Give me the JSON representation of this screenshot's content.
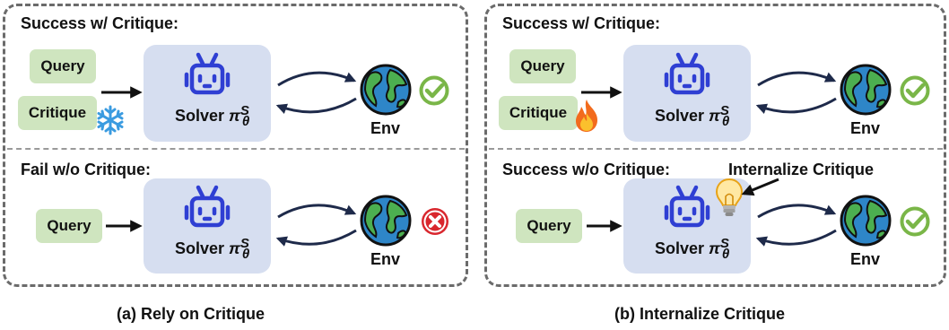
{
  "panels": {
    "a": {
      "caption": "(a) Rely on Critique",
      "top": {
        "title": "Success w/ Critique:",
        "query": "Query",
        "critique": "Critique",
        "solver": "Solver",
        "env": "Env"
      },
      "bottom": {
        "title": "Fail w/o Critique:",
        "query": "Query",
        "solver": "Solver",
        "env": "Env"
      }
    },
    "b": {
      "caption": "(b) Internalize Critique",
      "top": {
        "title": "Success w/ Critique:",
        "query": "Query",
        "critique": "Critique",
        "solver": "Solver",
        "env": "Env"
      },
      "bottom": {
        "title": "Success w/o Critique:",
        "annotation": "Internalize Critique",
        "query": "Query",
        "solver": "Solver",
        "env": "Env"
      }
    }
  },
  "policy_symbol": {
    "base": "π",
    "superscript": "S",
    "subscript": "θ"
  },
  "icons": {
    "robot": "robot-icon",
    "globe": "globe-icon",
    "success": "check-circle-icon",
    "fail": "x-circle-icon",
    "frozen": "snowflake-icon",
    "trainable": "fire-icon",
    "internalized": "lightbulb-icon"
  },
  "colors": {
    "chip": "#cfe5bf",
    "solver": "#d6def0",
    "robot": "#2f3fd3",
    "success": "#7ab648",
    "fail": "#d9272e",
    "ocean": "#2e86c8",
    "land": "#4caf50"
  }
}
